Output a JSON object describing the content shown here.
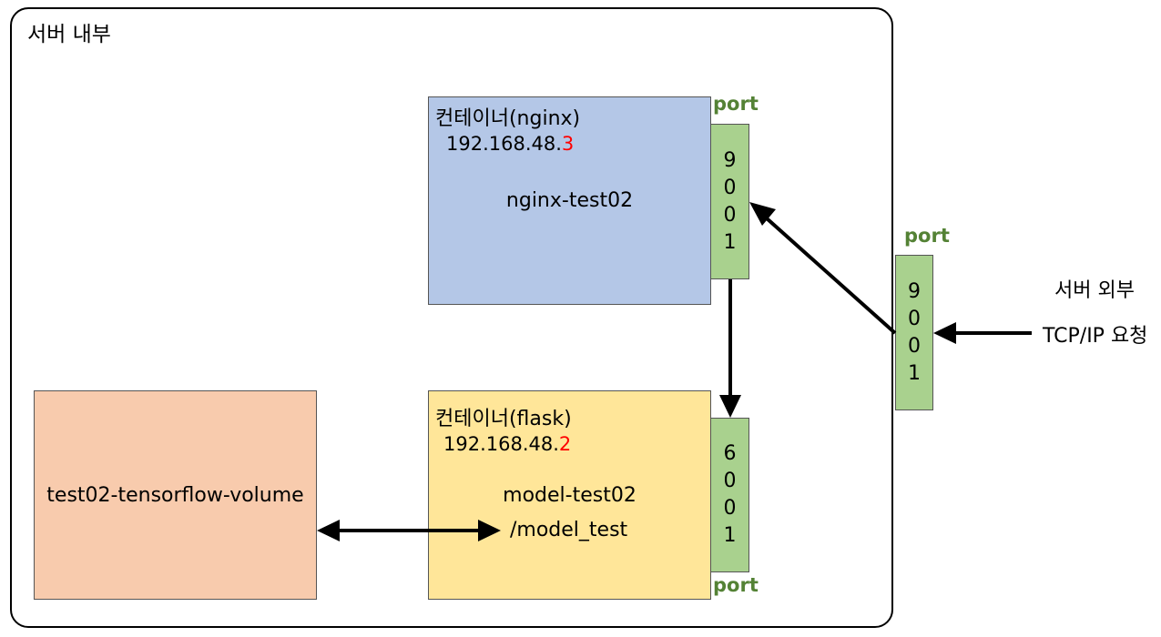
{
  "server": {
    "label": "서버 내부"
  },
  "nginx": {
    "title": "컨테이너(nginx)",
    "ip_prefix": "192.168.48.",
    "ip_suffix": "3",
    "name": "nginx-test02",
    "port_digits": [
      "9",
      "0",
      "0",
      "1"
    ],
    "port_label": "port"
  },
  "flask": {
    "title": "컨테이너(flask)",
    "ip_prefix": "192.168.48.",
    "ip_suffix": "2",
    "name": "model-test02",
    "mount": "/model_test",
    "port_digits": [
      "6",
      "0",
      "0",
      "1"
    ],
    "port_label": "port"
  },
  "volume": {
    "name": "test02-tensorflow-volume"
  },
  "host": {
    "port_digits": [
      "9",
      "0",
      "0",
      "1"
    ],
    "port_label": "port"
  },
  "outside": {
    "label": "서버 외부",
    "request": "TCP/IP 요청"
  },
  "colors": {
    "nginx_box": "#b4c7e7",
    "flask_box": "#ffe699",
    "volume_box": "#f8cbad",
    "port_box": "#a9d18e",
    "port_label": "#548235",
    "ip_highlight": "#ff0000"
  }
}
